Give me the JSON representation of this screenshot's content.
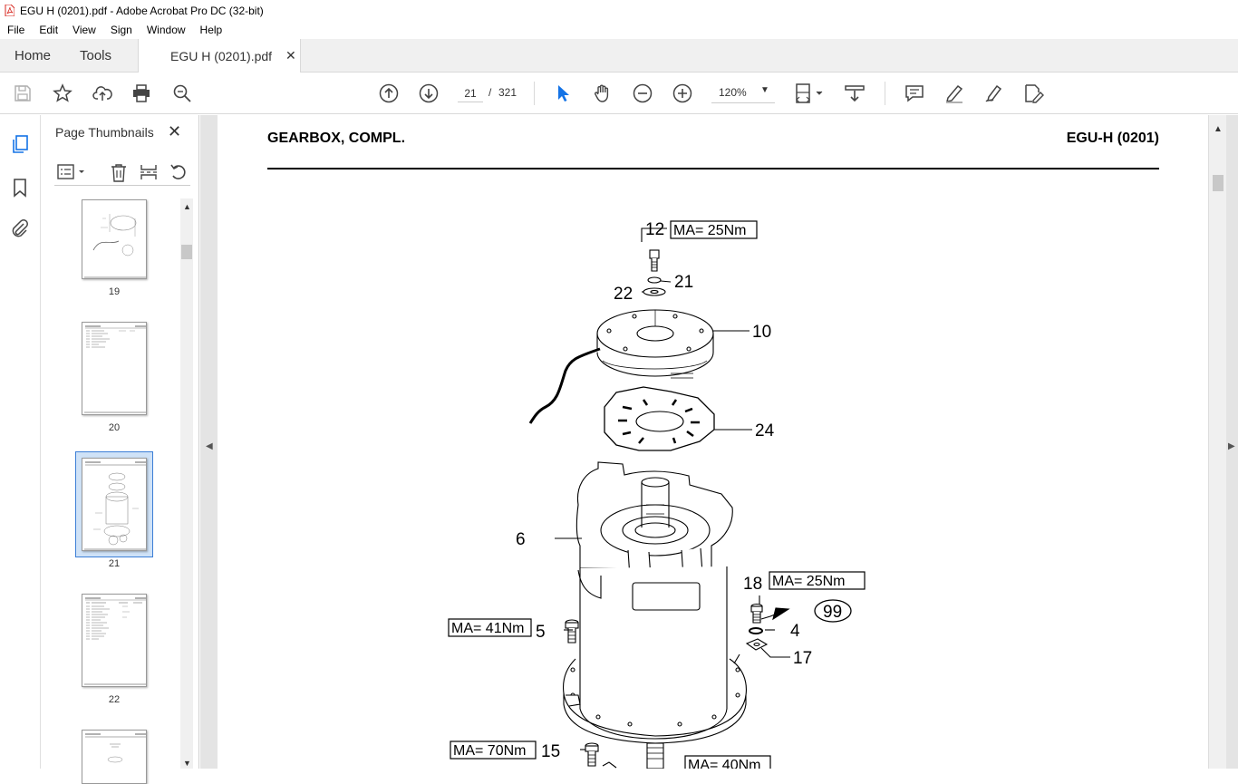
{
  "window": {
    "title": "EGU H (0201).pdf - Adobe Acrobat Pro DC (32-bit)"
  },
  "menu": {
    "items": [
      "File",
      "Edit",
      "View",
      "Sign",
      "Window",
      "Help"
    ]
  },
  "tabs": {
    "home": "Home",
    "tools": "Tools",
    "document": "EGU H (0201).pdf"
  },
  "toolbar": {
    "current_page": "21",
    "page_separator": "/",
    "total_pages": "321",
    "zoom": "120%"
  },
  "thumbnails": {
    "panel_title": "Page Thumbnails",
    "pages": [
      {
        "label": "19"
      },
      {
        "label": "20"
      },
      {
        "label": "21",
        "selected": true
      },
      {
        "label": "22"
      }
    ]
  },
  "document": {
    "header_left": "GEARBOX, COMPL.",
    "header_right": "EGU-H (0201)",
    "callouts": [
      "12",
      "21",
      "22",
      "10",
      "24",
      "6",
      "18",
      "99",
      "4",
      "5",
      "17",
      "15"
    ],
    "torque_labels": [
      "MA= 25Nm",
      "MA= 25Nm",
      "MA= 41Nm",
      "MA= 70Nm",
      "MA= 40Nm"
    ]
  },
  "colors": {
    "accent": "#1473e6",
    "selection": "#cfe2f7",
    "pdf_icon": "#d7261e"
  }
}
